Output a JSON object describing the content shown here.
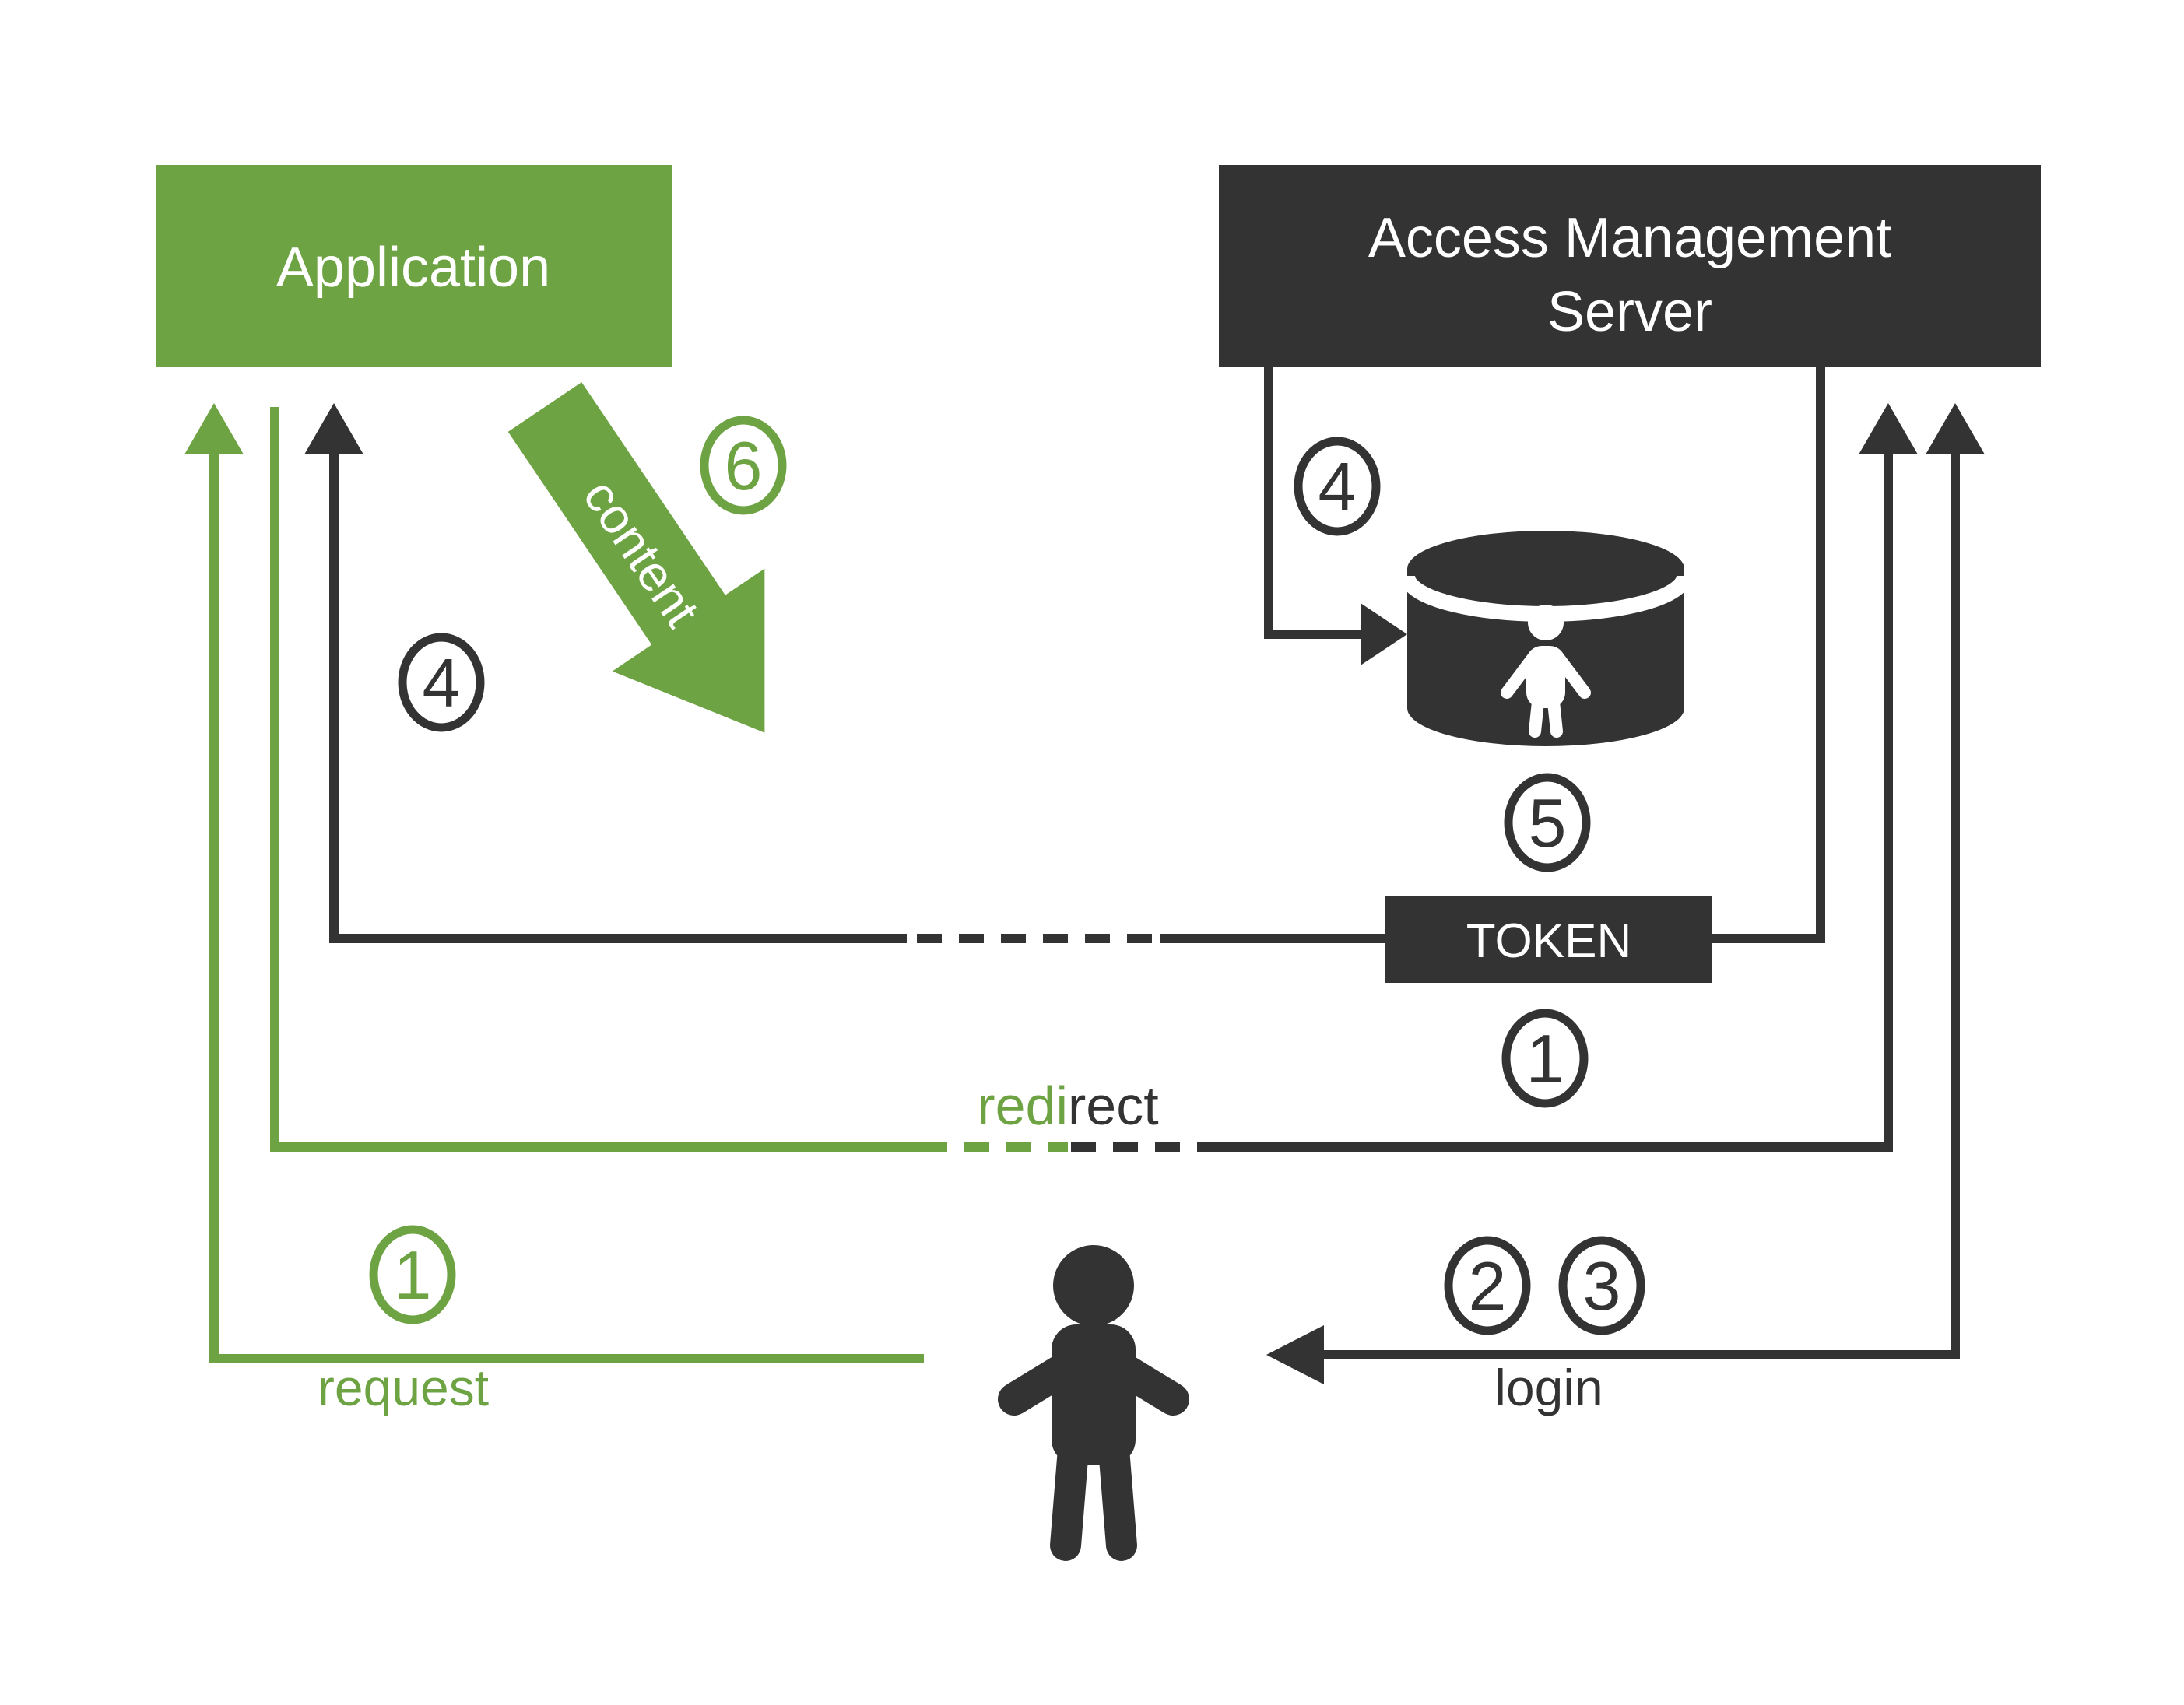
{
  "diagram": {
    "application_label": "Application",
    "ams_label_line1": "Access Management",
    "ams_label_line2": "Server",
    "token_label": "TOKEN",
    "labels": {
      "request": "request",
      "redirect_green": "redi",
      "redirect_dark": "rect",
      "login": "login",
      "content": "content"
    },
    "steps": {
      "one": "1",
      "two": "2",
      "three": "3",
      "four": "4",
      "five": "5",
      "six": "6"
    },
    "colors": {
      "green": "#6ea344",
      "dark": "#333333",
      "white": "#ffffff"
    }
  }
}
